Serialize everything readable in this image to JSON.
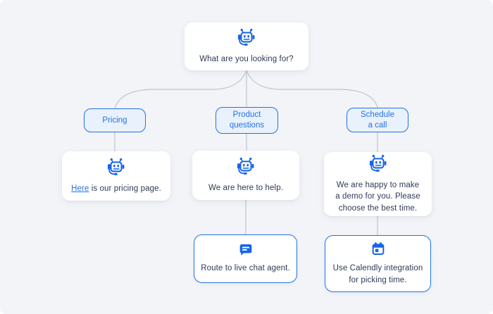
{
  "colors": {
    "background": "#f2f4f7",
    "accent_blue": "#2273e4",
    "icon_blue": "#1765e6",
    "text_dark": "#2e3a58",
    "connector_line": "#c5cbd8",
    "option_fill": "#e9f1fc",
    "card_white": "#ffffff"
  },
  "root": {
    "icon": "chatbot-icon",
    "question": "What are you looking for?"
  },
  "options": [
    {
      "label": "Pricing"
    },
    {
      "label": "Product\nquestions"
    },
    {
      "label": "Schedule\na call"
    }
  ],
  "responses": {
    "pricing": {
      "icon": "chatbot-icon",
      "link_text": "Here",
      "text_rest": " is our pricing page."
    },
    "product": {
      "icon": "chatbot-icon",
      "text": "We are here to help."
    },
    "schedule": {
      "icon": "chatbot-icon",
      "text": "We are happy to make\na demo for you. Please\nchoose the best time."
    }
  },
  "actions": {
    "live_chat": {
      "icon": "chat-icon",
      "text": "Route to live chat agent."
    },
    "calendly": {
      "icon": "calendar-icon",
      "text": "Use Calendly integration\nfor picking time."
    }
  }
}
